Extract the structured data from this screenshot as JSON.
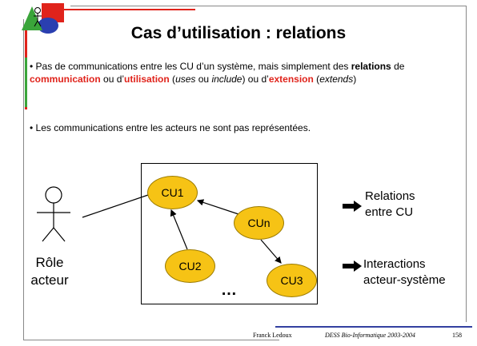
{
  "slide": {
    "title": "Cas d’utilisation : relations",
    "bullet1": {
      "part1": "Pas de communications entre les CU d’un système, mais simplement des ",
      "relations": "relations",
      "part2": " de ",
      "communication": "communication",
      "part3": " ou d’",
      "utilisation": "utilisation",
      "part4": " (",
      "uses": "uses",
      "part5": " ou ",
      "include": "include",
      "part6": ") ou d’",
      "extension": "extension",
      "part7": " (",
      "extends": "extends",
      "part8": ")"
    },
    "bullet2": "Les communications entre les acteurs ne sont pas représentées.",
    "diagram": {
      "use_cases": [
        "CU1",
        "CU2",
        "CUn",
        "CU3"
      ],
      "ellipsis": "…",
      "actor_label_line1": "Rôle",
      "actor_label_line2": "acteur"
    },
    "legend": {
      "relations_line1": "Relations",
      "relations_line2": "entre CU",
      "interactions_line1": "Interactions",
      "interactions_line2": "acteur-système"
    },
    "footer": {
      "author": "Franck Ledoux",
      "course": "DESS Bio-Informatique 2003-2004",
      "page": "158"
    }
  },
  "colors": {
    "accent_red": "#e0231b",
    "ellipse_fill": "#f6c315",
    "footer_line": "#3340a0"
  }
}
